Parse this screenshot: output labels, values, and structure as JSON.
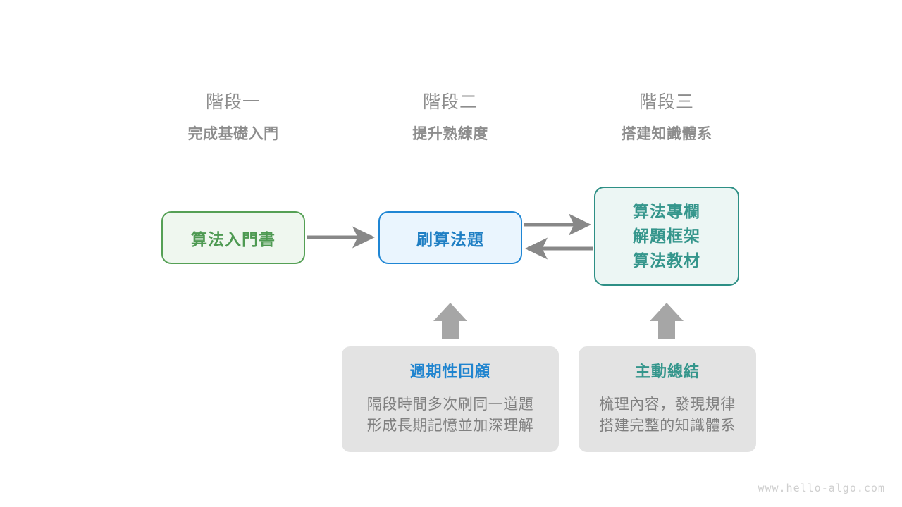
{
  "stages": [
    {
      "title": "階段一",
      "subtitle": "完成基礎入門"
    },
    {
      "title": "階段二",
      "subtitle": "提升熟練度"
    },
    {
      "title": "階段三",
      "subtitle": "搭建知識體系"
    }
  ],
  "nodes": {
    "intro_book": {
      "label": "算法入門書",
      "color": "#4e9a52",
      "border": "#55a055",
      "fill": "#eff7ef"
    },
    "practice": {
      "label": "刷算法題",
      "color": "#1f7fc4",
      "border": "#1f86d4",
      "fill": "#eaf5fe"
    },
    "resources": {
      "line1": "算法專欄",
      "line2": "解題框架",
      "line3": "算法教材",
      "color": "#35968c",
      "border": "#2d8f85",
      "fill": "#ecf6f4"
    }
  },
  "tips": [
    {
      "title": "週期性回顧",
      "title_color": "#1f84cf",
      "body_line1": "隔段時間多次刷同一道題",
      "body_line2": "形成長期記憶並加深理解"
    },
    {
      "title": "主動總結",
      "title_color": "#35968c",
      "body_line1": "梳理內容，發現規律",
      "body_line2": "搭建完整的知識體系"
    }
  ],
  "arrows": {
    "color": "#888888",
    "items": [
      {
        "name": "arrow-book-to-practice",
        "direction": "right"
      },
      {
        "name": "arrow-practice-to-resources",
        "direction": "right"
      },
      {
        "name": "arrow-resources-to-practice",
        "direction": "left"
      },
      {
        "name": "arrow-review-up",
        "direction": "up"
      },
      {
        "name": "arrow-summary-up",
        "direction": "up"
      }
    ]
  },
  "watermark": "www.hello-algo.com"
}
